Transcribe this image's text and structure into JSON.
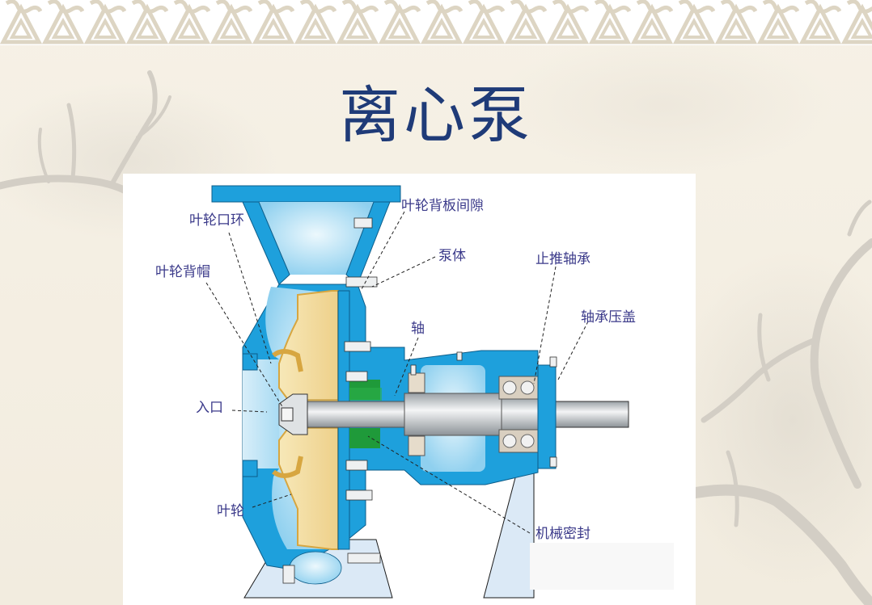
{
  "slide": {
    "title": "离心泵",
    "title_color": "#1f3b78",
    "background_color": "#f3ede1"
  },
  "diagram": {
    "subject": "centrifugal pump cross-section",
    "colors": {
      "casing": "#1ea0dc",
      "cavity": "#bfe4f5",
      "impeller": "#f2dc9a",
      "impeller_edge": "#d7a640",
      "shaft": "#cfd3d6",
      "seal": "#1f9a3a",
      "label_text": "#3b3a8a"
    },
    "labels": {
      "impeller_ring": "叶轮口环",
      "impeller_back_cap": "叶轮背帽",
      "inlet": "入口",
      "impeller": "叶轮",
      "impeller_back_clearance": "叶轮背板间隙",
      "pump_body": "泵体",
      "shaft": "轴",
      "thrust_bearing": "止推轴承",
      "bearing_gland": "轴承压盖",
      "mechanical_seal": "机械密封"
    }
  }
}
